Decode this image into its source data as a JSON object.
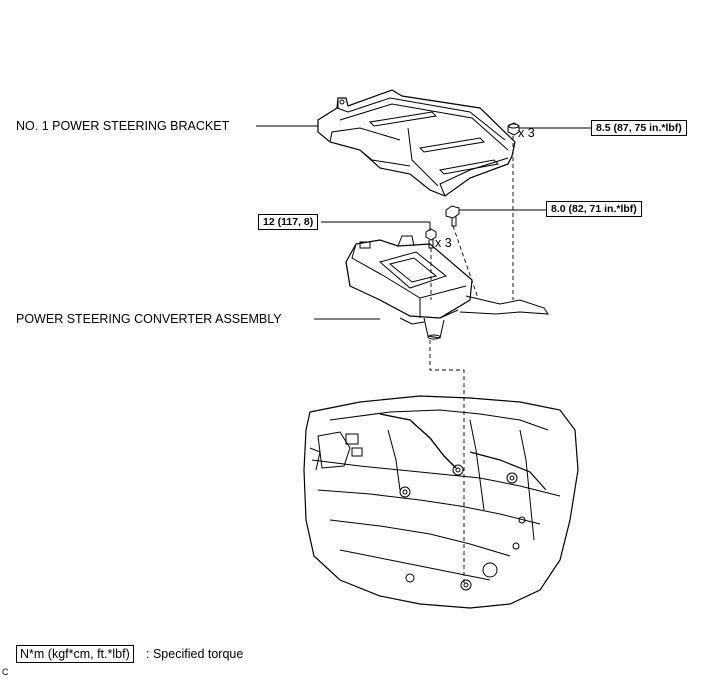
{
  "labels": {
    "bracket": "NO. 1 POWER STEERING BRACKET",
    "converter": "POWER STEERING CONVERTER ASSEMBLY"
  },
  "torque": {
    "nut_bracket": "8.5 (87, 75 in.*lbf)",
    "bolt_bracket": "8.0 (82, 71 in.*lbf)",
    "bolt_converter": "12 (117, 8)"
  },
  "quantity": {
    "nut_bracket": "x 3",
    "bolt_converter": "x 3"
  },
  "legend": {
    "unit": "N*m (kgf*cm, ft.*lbf)",
    "separator": ":",
    "description": "Specified torque"
  },
  "corner_mark": "C"
}
